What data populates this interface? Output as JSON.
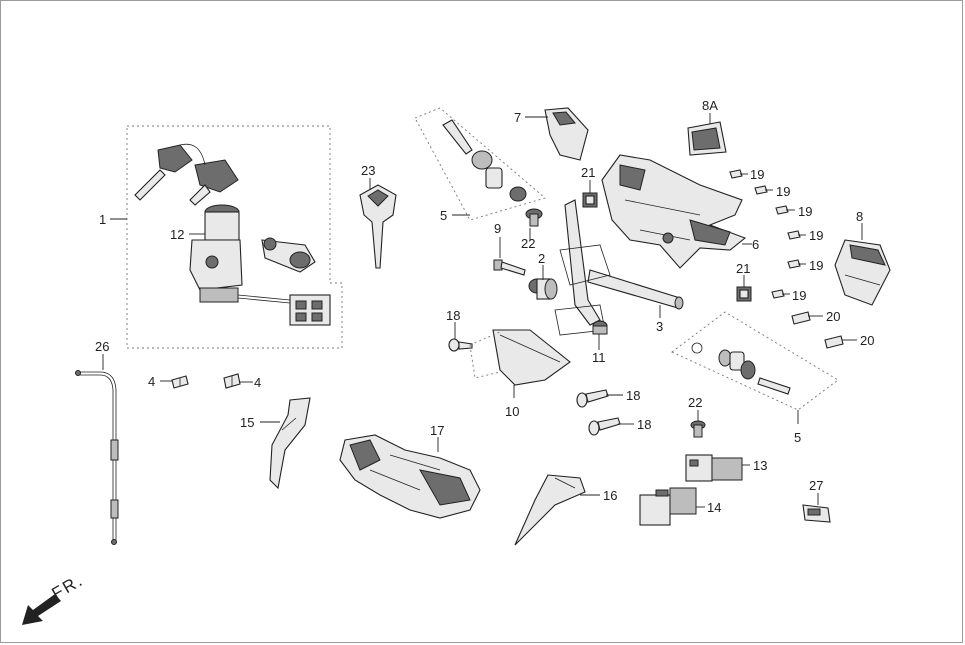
{
  "diagram": {
    "callouts": {
      "c1": "1",
      "c12": "12",
      "c23": "23",
      "c26": "26",
      "c4a": "4",
      "c4b": "4",
      "c15": "15",
      "c17": "17",
      "c5a": "5",
      "c5b": "5",
      "c7": "7",
      "c9": "9",
      "c2": "2",
      "c22a": "22",
      "c22b": "22",
      "c21a": "21",
      "c21b": "21",
      "c18a": "18",
      "c18b": "18",
      "c18c": "18",
      "c10": "10",
      "c11": "11",
      "c3": "3",
      "c6": "6",
      "c8A": "8A",
      "c8": "8",
      "c19a": "19",
      "c19b": "19",
      "c19c": "19",
      "c19d": "19",
      "c19e": "19",
      "c19f": "19",
      "c20a": "20",
      "c20b": "20",
      "c16": "16",
      "c13": "13",
      "c14": "14",
      "c27": "27"
    },
    "direction_label": "FR."
  }
}
